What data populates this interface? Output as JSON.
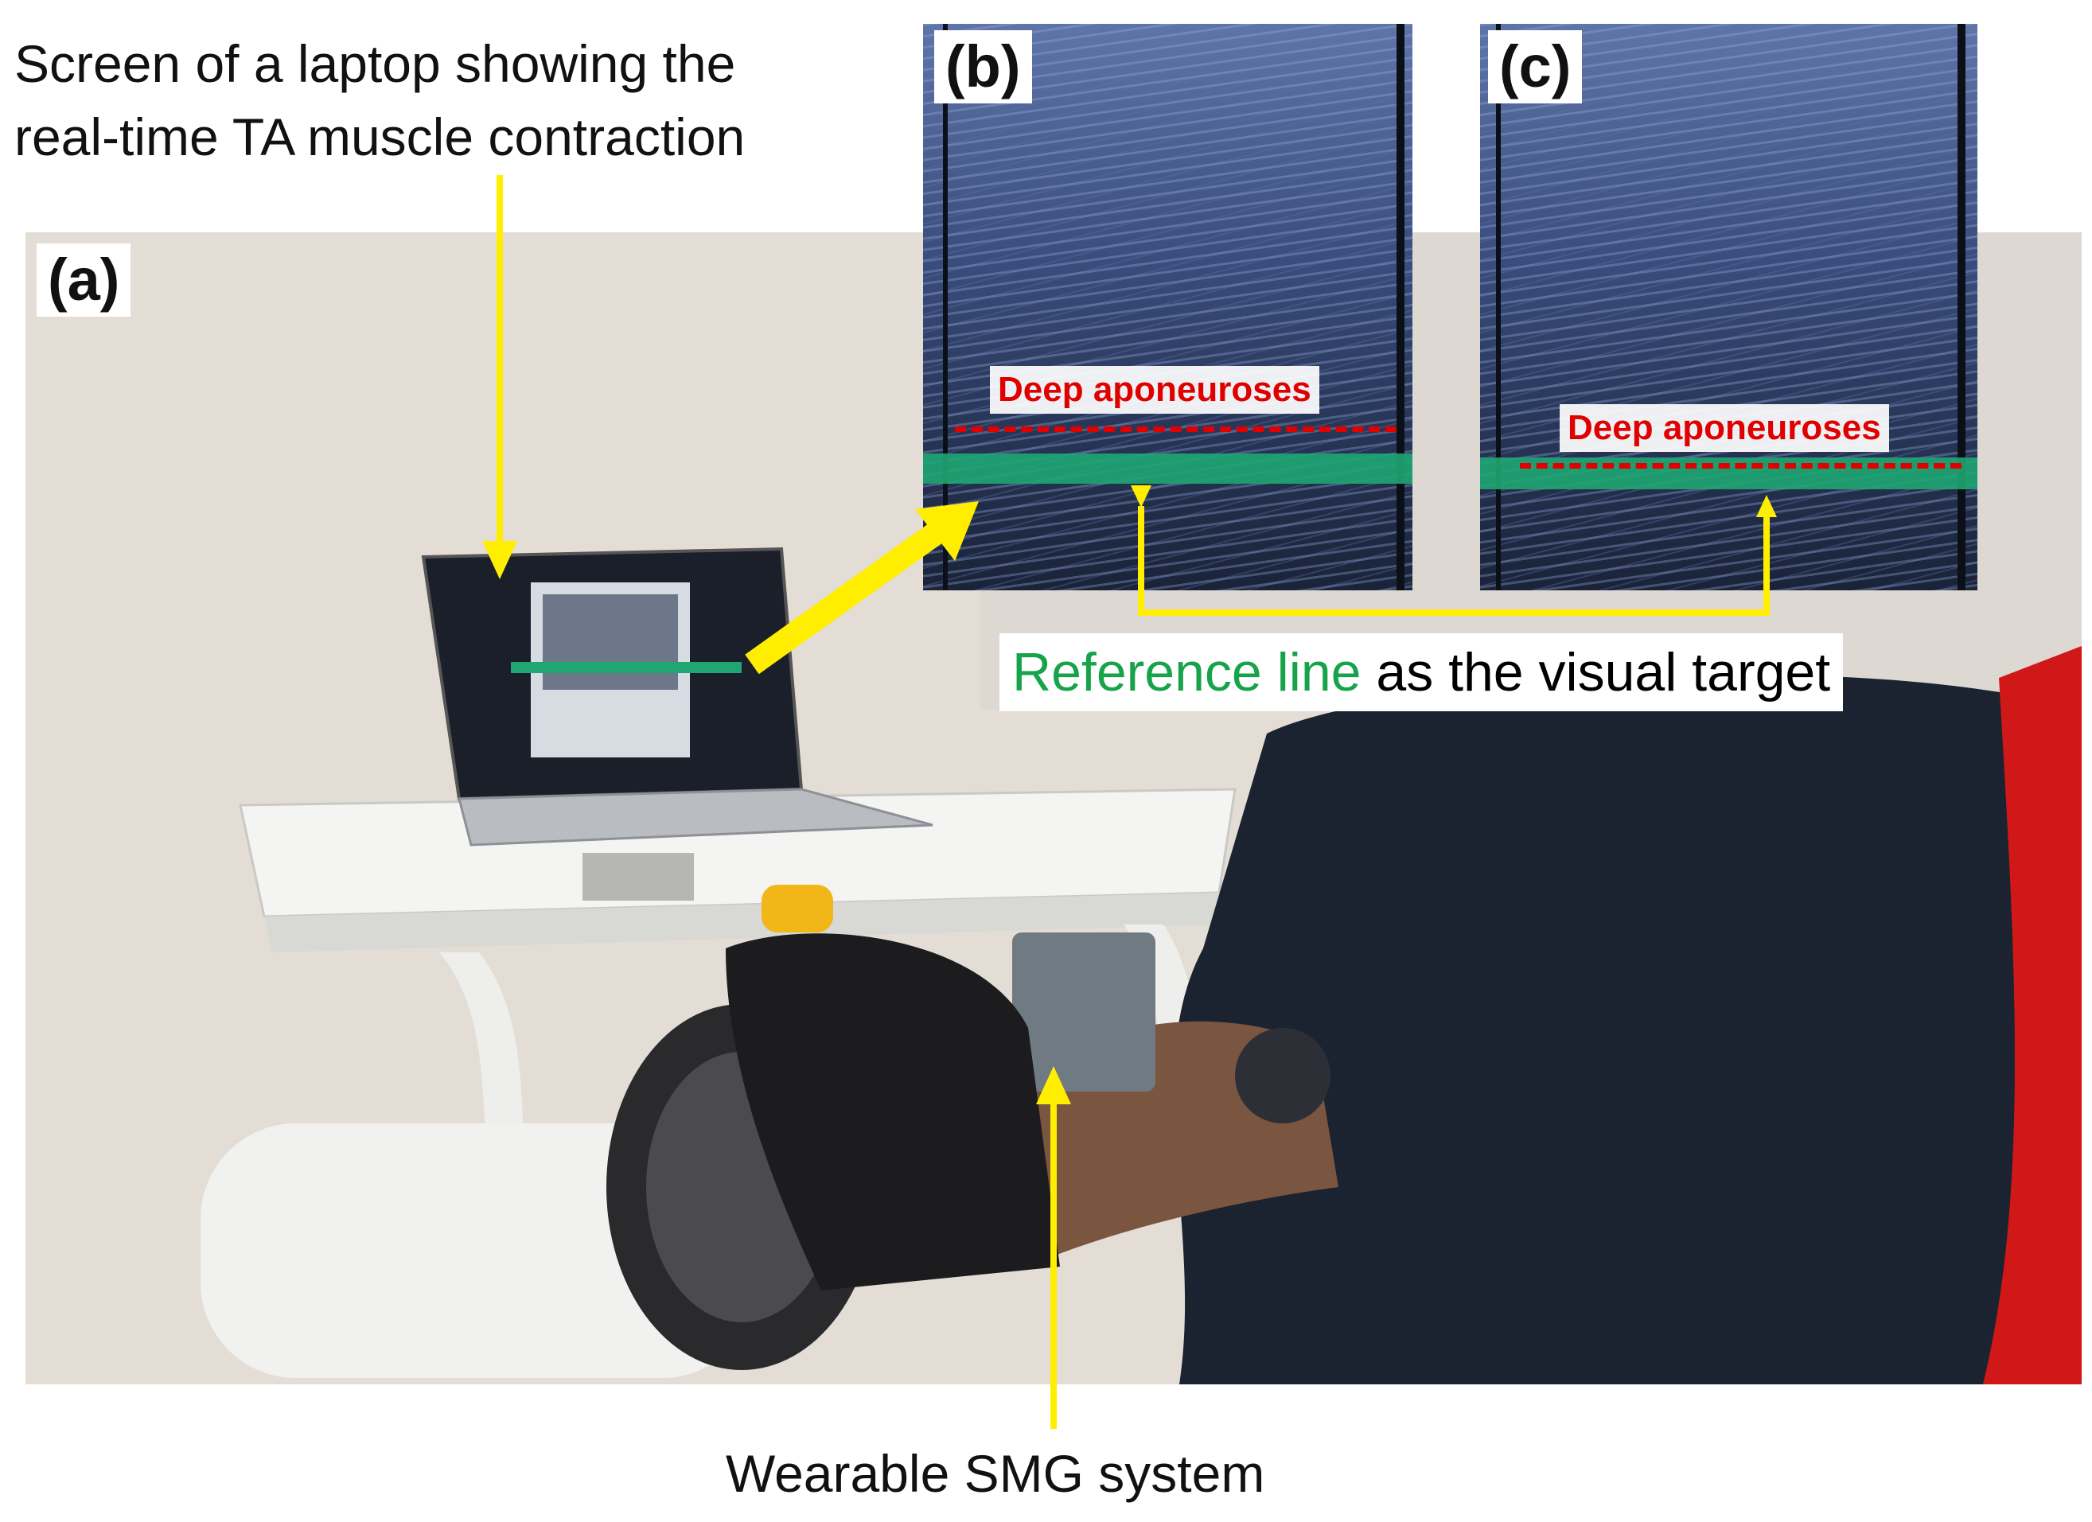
{
  "labels": {
    "laptop_caption_line1": "Screen of a laptop showing the",
    "laptop_caption_line2": "real-time TA muscle contraction",
    "panel_a": "(a)",
    "panel_b": "(b)",
    "panel_c": "(c)",
    "deep_aponeuroses_b": "Deep aponeuroses",
    "deep_aponeuroses_c": "Deep aponeuroses",
    "reference_line_green": "Reference line",
    "reference_line_rest": " as the visual target",
    "smg_caption": "Wearable SMG system"
  },
  "colors": {
    "annotation_yellow": "#ffee00",
    "aponeurosis_red": "#e00000",
    "reference_green": "#16a34a",
    "reference_band": "#1fa673"
  },
  "icons": [
    "laptop",
    "ultrasound-image",
    "arrow"
  ]
}
